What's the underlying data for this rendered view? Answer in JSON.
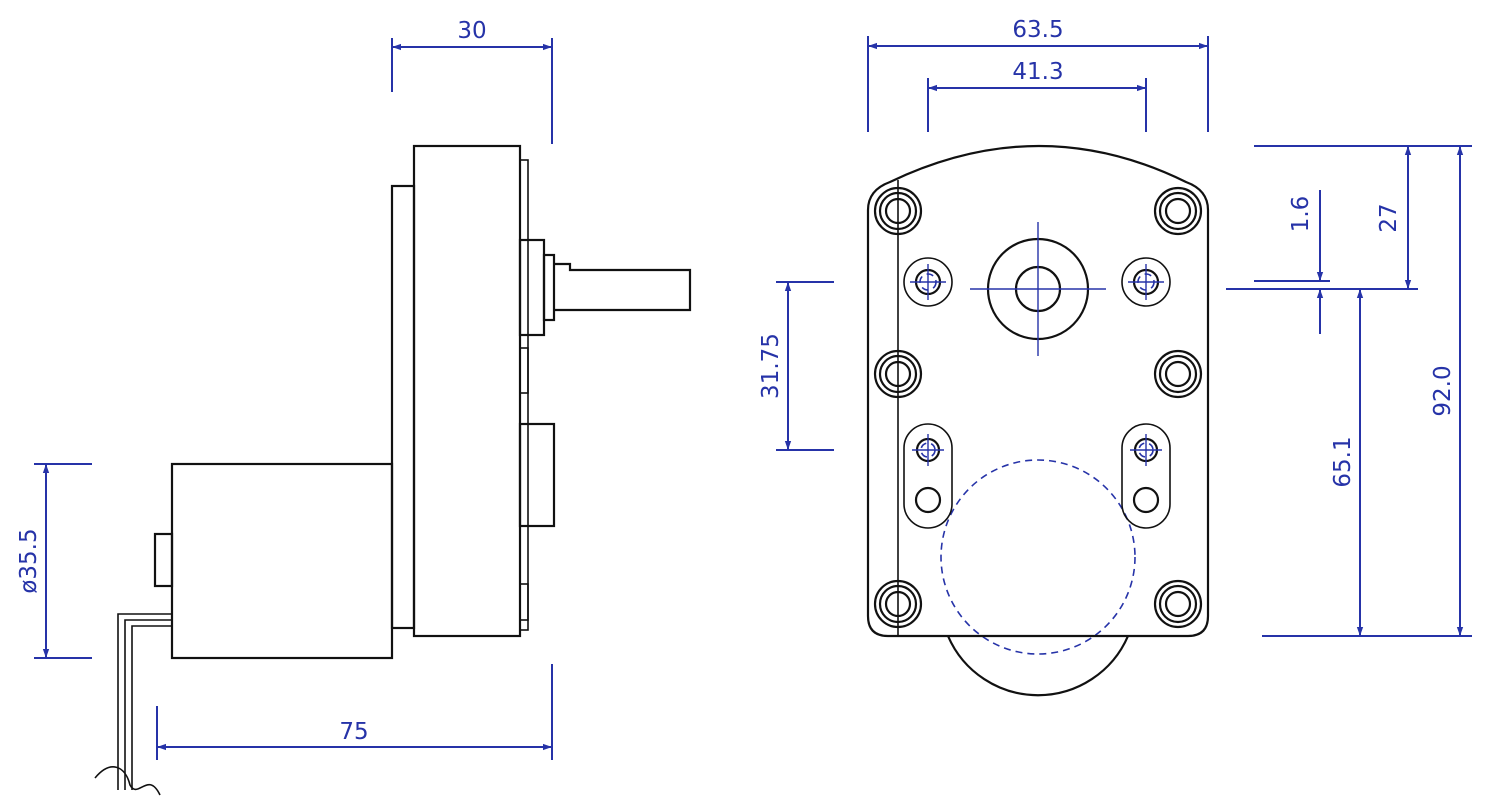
{
  "dimensions": {
    "side_view": {
      "shaft_extension": "30",
      "overall_length": "75",
      "motor_diameter": "ø35.5"
    },
    "front_view": {
      "overall_width": "63.5",
      "hole_spacing_width": "41.3",
      "hole_spacing_vertical": "31.75",
      "shaft_offset": "1.6",
      "shaft_to_top": "27",
      "shaft_to_bottom": "65.1",
      "overall_height": "92.0"
    }
  },
  "colors": {
    "part_outline": "#111111",
    "dimension": "#2633a8",
    "background": "#ffffff"
  }
}
